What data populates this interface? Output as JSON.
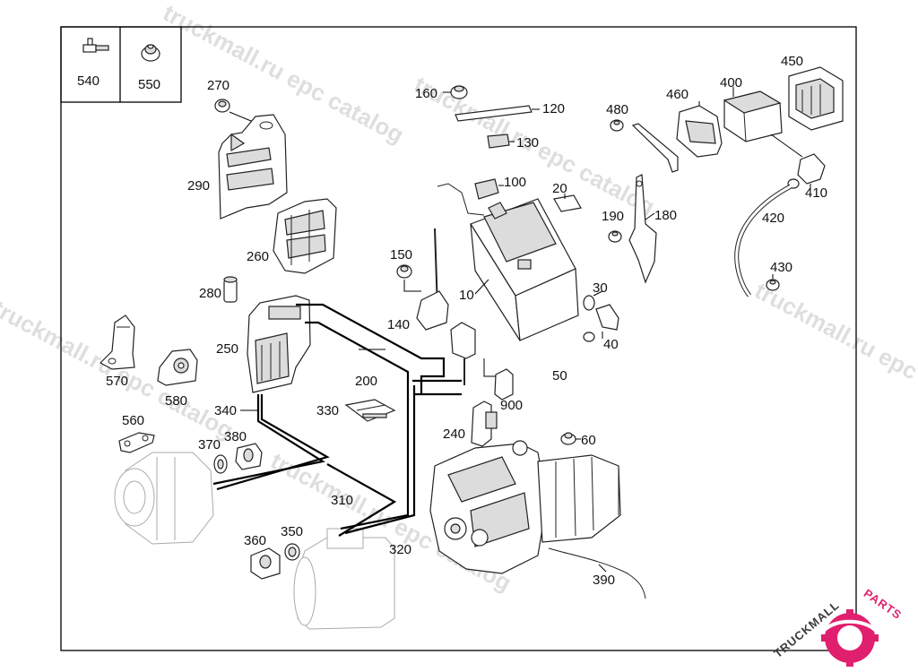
{
  "callouts": {
    "p540": "540",
    "p550": "550",
    "p270": "270",
    "p290": "290",
    "p260": "260",
    "p280": "280",
    "p250": "250",
    "p570": "570",
    "p580": "580",
    "p560": "560",
    "p340": "340",
    "p370": "370",
    "p380": "380",
    "p310": "310",
    "p360": "360",
    "p350": "350",
    "p320": "320",
    "p330": "330",
    "p200": "200",
    "p240": "240",
    "p900": "900",
    "p140": "140",
    "p150": "150",
    "p160": "160",
    "p120": "120",
    "p130": "130",
    "p100": "100",
    "p20": "20",
    "p10": "10",
    "p30": "30",
    "p40": "40",
    "p50": "50",
    "p60": "60",
    "p390": "390",
    "p480": "480",
    "p460": "460",
    "p400": "400",
    "p450": "450",
    "p410": "410",
    "p420": "420",
    "p430": "430",
    "p190": "190",
    "p180": "180"
  },
  "watermarks": {
    "w1": "truckmall.ru epc catalog",
    "w2": "truckmall.ru epc catalog",
    "w3": "truckmall.ru epc catalog",
    "w4": "truckmall.ru epc catalog",
    "w5": "truckmall.ru epc catalog"
  },
  "logo": {
    "text_a": "TRUCKMALL",
    "text_b": "PARTS"
  },
  "colors": {
    "logo_pink": "#e0206e",
    "logo_dark": "#3a3a3a"
  }
}
